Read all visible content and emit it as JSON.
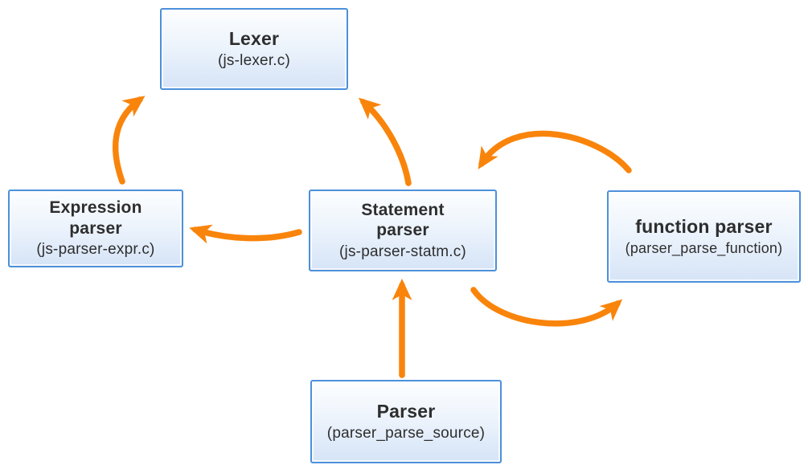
{
  "diagram": {
    "type": "flow-diagram",
    "background_color": "#FFFFFF",
    "arrow_color": "#F9840B",
    "box_border_color": "#4C90DB",
    "box_fill_top": "#FDFEFF",
    "box_fill_bottom": "#D6E4F7",
    "text_color": "#2E2E2E",
    "nodes": [
      {
        "id": "lexer",
        "title": "Lexer",
        "subtitle": "(js-lexer.c)"
      },
      {
        "id": "expression-parser",
        "title": "Expression\nparser",
        "subtitle": "(js-parser-expr.c)"
      },
      {
        "id": "statement-parser",
        "title": "Statement\nparser",
        "subtitle": "(js-parser-statm.c)"
      },
      {
        "id": "function-parser",
        "title": "function parser",
        "subtitle": "(parser_parse_function)"
      },
      {
        "id": "parser",
        "title": "Parser",
        "subtitle": "(parser_parse_source)"
      }
    ],
    "edges": [
      {
        "from": "expression-parser",
        "to": "lexer"
      },
      {
        "from": "statement-parser",
        "to": "lexer"
      },
      {
        "from": "statement-parser",
        "to": "expression-parser"
      },
      {
        "from": "function-parser",
        "to": "statement-parser"
      },
      {
        "from": "statement-parser",
        "to": "function-parser"
      },
      {
        "from": "parser",
        "to": "statement-parser"
      }
    ]
  }
}
